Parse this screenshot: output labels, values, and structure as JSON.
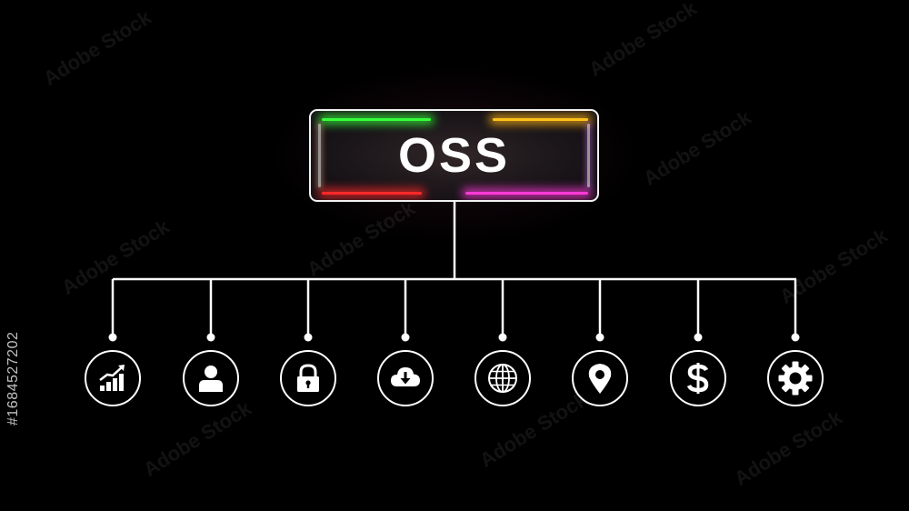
{
  "title": "OSS",
  "stock_id": "#1684527202",
  "watermark": "Adobe Stock",
  "icons": [
    {
      "name": "growth-chart-icon"
    },
    {
      "name": "user-icon"
    },
    {
      "name": "padlock-icon"
    },
    {
      "name": "cloud-download-icon"
    },
    {
      "name": "globe-icon"
    },
    {
      "name": "map-pin-icon"
    },
    {
      "name": "dollar-icon"
    },
    {
      "name": "gear-icon"
    }
  ],
  "colors": {
    "background": "#000000",
    "line": "#ffffff",
    "neon_green": "#35ff3a",
    "neon_orange": "#ffc21a",
    "neon_red": "#ff2a2a",
    "neon_magenta": "#ff3ad8"
  }
}
